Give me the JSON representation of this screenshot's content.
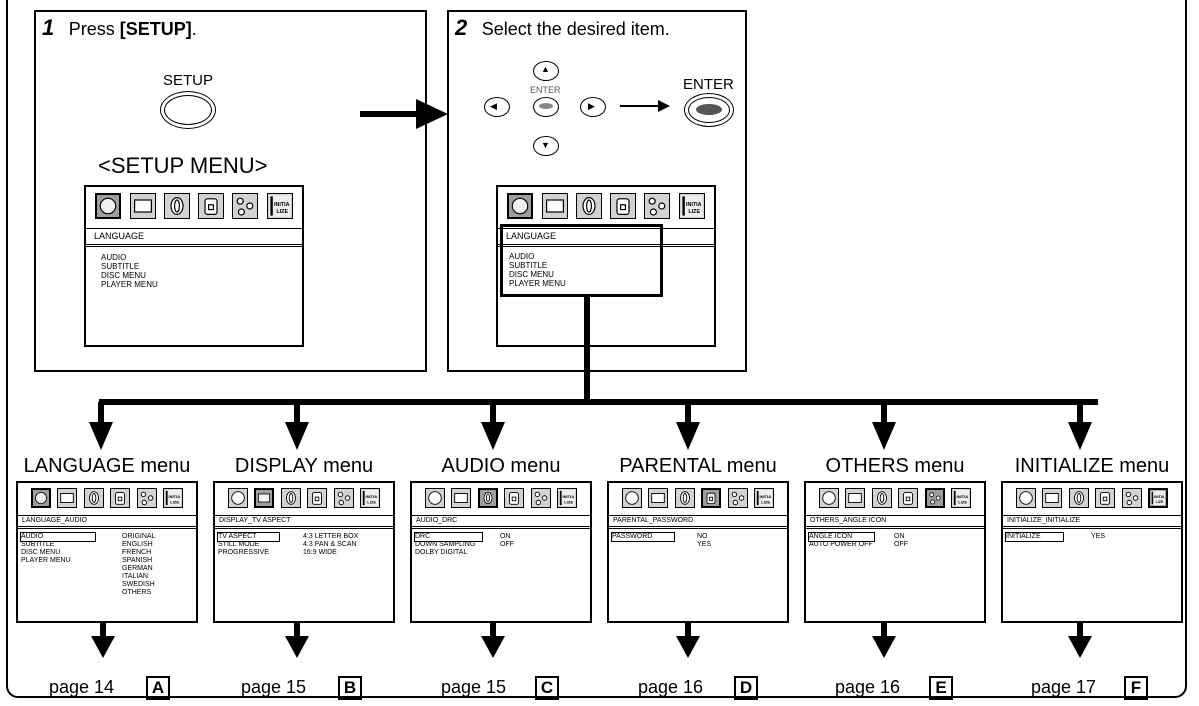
{
  "step1": {
    "number": "1",
    "text_pre": "Press ",
    "text_key": "[SETUP]",
    "text_post": ".",
    "setup_button_label": "SETUP",
    "setup_menu_title": "<SETUP MENU>"
  },
  "step2": {
    "number": "2",
    "text": "Select the desired item.",
    "enter_small_label": "ENTER",
    "enter_button_label": "ENTER"
  },
  "main_menu": {
    "header": "LANGUAGE",
    "items": [
      "AUDIO",
      "SUBTITLE",
      "DISC MENU",
      "PLAYER MENU"
    ]
  },
  "icons": [
    "disc-icon",
    "display-icon",
    "audio-icon",
    "lock-icon",
    "others-icon",
    "initialize-icon"
  ],
  "submenus": [
    {
      "title": "LANGUAGE menu",
      "header": "LANGUAGE_AUDIO",
      "selected_icon": 0,
      "left": [
        "AUDIO",
        "SUBTITLE",
        "DISC MENU",
        "PLAYER MENU"
      ],
      "right": [
        "ORIGINAL",
        "ENGLISH",
        "FRENCH",
        "SPANISH",
        "GERMAN",
        "ITALIAN",
        "SWEDISH",
        "OTHERS"
      ],
      "page": "page 14",
      "letter": "A"
    },
    {
      "title": "DISPLAY menu",
      "header": "DISPLAY_TV ASPECT",
      "selected_icon": 1,
      "left": [
        "TV ASPECT",
        "STILL MODE",
        "PROGRESSIVE"
      ],
      "right": [
        "4:3 LETTER BOX",
        "4:3 PAN & SCAN",
        "16:9 WIDE"
      ],
      "page": "page 15",
      "letter": "B"
    },
    {
      "title": "AUDIO menu",
      "header": "AUDIO_DRC",
      "selected_icon": 2,
      "left": [
        "DRC",
        "DOWN SAMPLING",
        "DOLBY DIGITAL"
      ],
      "right": [
        "ON",
        "OFF"
      ],
      "page": "page 15",
      "letter": "C"
    },
    {
      "title": "PARENTAL menu",
      "header": "PARENTAL_PASSWORD",
      "selected_icon": 3,
      "left": [
        "PASSWORD"
      ],
      "right": [
        "NO",
        "YES"
      ],
      "page": "page 16",
      "letter": "D"
    },
    {
      "title": "OTHERS menu",
      "header": "OTHERS_ANGLE ICON",
      "selected_icon": 4,
      "left": [
        "ANGLE ICON",
        "AUTO POWER OFF"
      ],
      "right": [
        "ON",
        "OFF"
      ],
      "page": "page 16",
      "letter": "E"
    },
    {
      "title": "INITIALIZE menu",
      "header": "INITIALIZE_INITIALIZE",
      "selected_icon": 5,
      "left": [
        "INITIALIZE"
      ],
      "right": [
        "YES"
      ],
      "page": "page 17",
      "letter": "F"
    }
  ],
  "initialize_icon_text": "INITIA LIZE"
}
